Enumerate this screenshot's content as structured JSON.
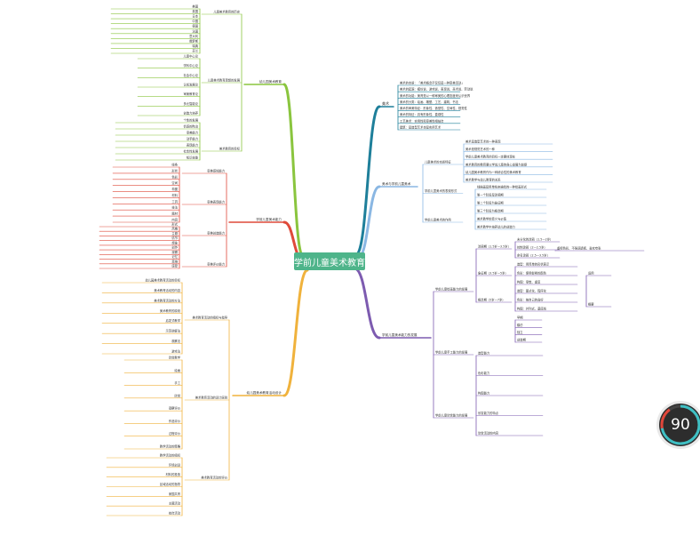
{
  "central": {
    "title": "学前儿童美术教育"
  },
  "badge": {
    "value": "90",
    "color_ring": "#3fc0c4",
    "color_warn": "#e0463a"
  },
  "colors": {
    "teal": "#1e7f9a",
    "lightblue": "#8ab7e3",
    "purple": "#7d5bb0",
    "orange": "#f0b23c",
    "red": "#df4a3a",
    "green": "#8ac53e",
    "center": "#4eb48a"
  },
  "branches": {
    "b1": {
      "label": "美术",
      "items": [
        "美术的本质：「美术概念不仅仅是一种审美活动」",
        "美术的起源：模仿说、游戏说、表现说、巫术说、劳动说",
        "美术的功能：美育是以一种审美的心理态度来认识世界",
        "美术的分类：绘画、雕塑、工艺、建筑、书法",
        "美术的审美特征：形象性、造型性、空间性、视觉性",
        "美术的特征：具有形象性、直观性",
        "工艺美术：实用性和审美性相结合",
        "建筑：是造型艺术也是实用艺术"
      ]
    },
    "b2": {
      "label": "美术与学前儿童美术",
      "sub": [
        "儿童美术的本质特征",
        "学前儿童美术的表现形式",
        "学前儿童美术的作用"
      ],
      "items": [
        "美术是造型艺术的一种表现",
        "美术是视觉艺术的一种",
        "学前儿童美术教育的目标一定要体现在",
        "美术教育的教育要以学前儿童的身心发展为前提",
        "幼儿园美术教育作为一种综合性的美术教育",
        "美术教学与幼儿教育的关系",
        "线描画是用单线来描绘的一种绘画形式",
        "第一个阶段是涂鸦期",
        "第二个阶段为象征期",
        "第三个阶段为概念期",
        "美术教学的意义与价值",
        "美术教学中培养幼儿的创造力"
      ]
    },
    "b3": {
      "label": "学前儿童美术能力的发展",
      "sub": [
        "学前儿童绘画能力的发展",
        "学前儿童手工能力的发展",
        "学前儿童欣赏能力的发展"
      ],
      "stages": [
        "涂鸦期（1.5岁—3.5岁）",
        "象征期（3.5岁—5岁）",
        "概念期（5岁—7岁）"
      ],
      "traits": [
        "重视色彩、不强调透视、喜欢夸张",
        "运用",
        "概要"
      ],
      "items": [
        "未分化的涂鸦（1.5—2岁）",
        "控制涂鸦（2—2.5岁）",
        "命名涂鸦（2.5—3.5岁）",
        "造型：用简单的形状表示",
        "色彩：使用鲜艳的颜色",
        "构图：零散、重复",
        "造型：图式化、程序化",
        "色彩：按自己的喜好",
        "构图：并列式、基底线",
        "早期",
        "模仿",
        "独立",
        "创造期",
        "造型能力",
        "色彩能力",
        "构图能力",
        "欣赏能力的特点",
        "欣赏活动的内容"
      ]
    },
    "b4": {
      "label": "幼儿园美术教育活动设计",
      "sub": [
        "美术教育活动的组织与指导",
        "美术教育活动的设计原则",
        "美术教育活动的评价"
      ],
      "items": [
        "幼儿园美术教育活动的目标",
        "美术教育活动的内容",
        "美术教育活动的方法",
        "美术教育的原则",
        "启发式教学",
        "示范讲解法",
        "观察法",
        "游戏法",
        "欣赏教学",
        "绘画",
        "手工",
        "欣赏",
        "观察评价",
        "作品评价",
        "过程评价",
        "教学活动的策略",
        "教学活动的组织",
        "环境创设",
        "材料的投放",
        "区域活动的指导",
        "家园共育",
        "主题活动",
        "综合活动"
      ]
    },
    "b5": {
      "label": "幼儿园美术教育",
      "sub": [
        "儿童美术教育的历史",
        "儿童美术教育思想的发展",
        "美术教育的目标"
      ],
      "items": [
        "美国",
        "英国",
        "日本",
        "中国",
        "德国",
        "法国",
        "意大利",
        "俄罗斯",
        "瑞典",
        "芬兰",
        "儿童中心论",
        "学科中心论",
        "社会中心论",
        "认知发展论",
        "审美教育论",
        "多元智能论",
        "创造力培养",
        "个性的发展",
        "情感的陶冶",
        "审美能力",
        "动手能力",
        "表现能力",
        "社会性发展",
        "知识技能"
      ]
    },
    "b6": {
      "label": "学前儿童美术能力",
      "items": [
        "审美感知能力",
        "审美表现能力",
        "审美创造能力",
        "审美评价能力",
        "线条",
        "形状",
        "色彩",
        "空间",
        "构图",
        "材料",
        "工具",
        "技法",
        "题材",
        "内容",
        "形式",
        "风格",
        "主题",
        "情节",
        "想象",
        "创作",
        "观察",
        "记忆",
        "思维",
        "感受"
      ]
    }
  }
}
